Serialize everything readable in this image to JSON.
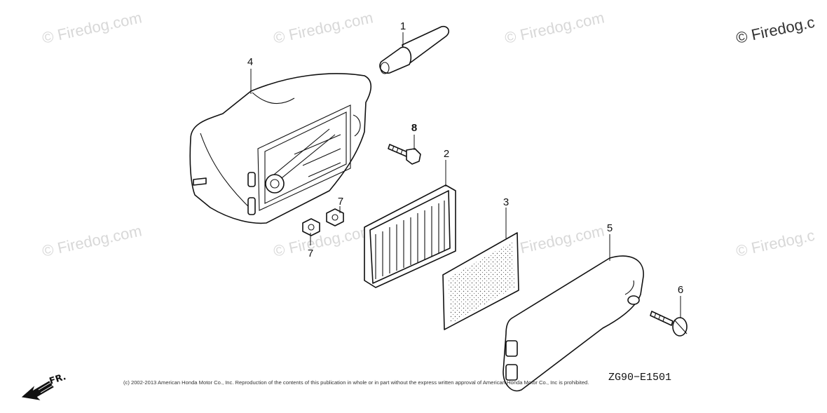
{
  "watermarks": [
    "© Firedog.com",
    "© Firedog.com",
    "© Firedog.com",
    "© Firedog.c",
    "© Firedog.com",
    "© Firedog.com",
    "© Firedog.com",
    "© Firedog.c"
  ],
  "callouts": {
    "part_1": "1",
    "part_2": "2",
    "part_3": "3",
    "part_4": "4",
    "part_5": "5",
    "part_6": "6",
    "part_7a": "7",
    "part_7b": "7",
    "part_8": "8"
  },
  "diagram_code": "ZG90−E1501",
  "direction_label": "FR.",
  "copyright": "(c) 2002-2013 American Honda Motor Co., Inc. Reproduction of the contents of this publication in whole or in part without the express written approval of American Honda Motor Co., Inc is prohibited.",
  "icons": {
    "direction_arrow": "front-direction-arrow-icon"
  }
}
